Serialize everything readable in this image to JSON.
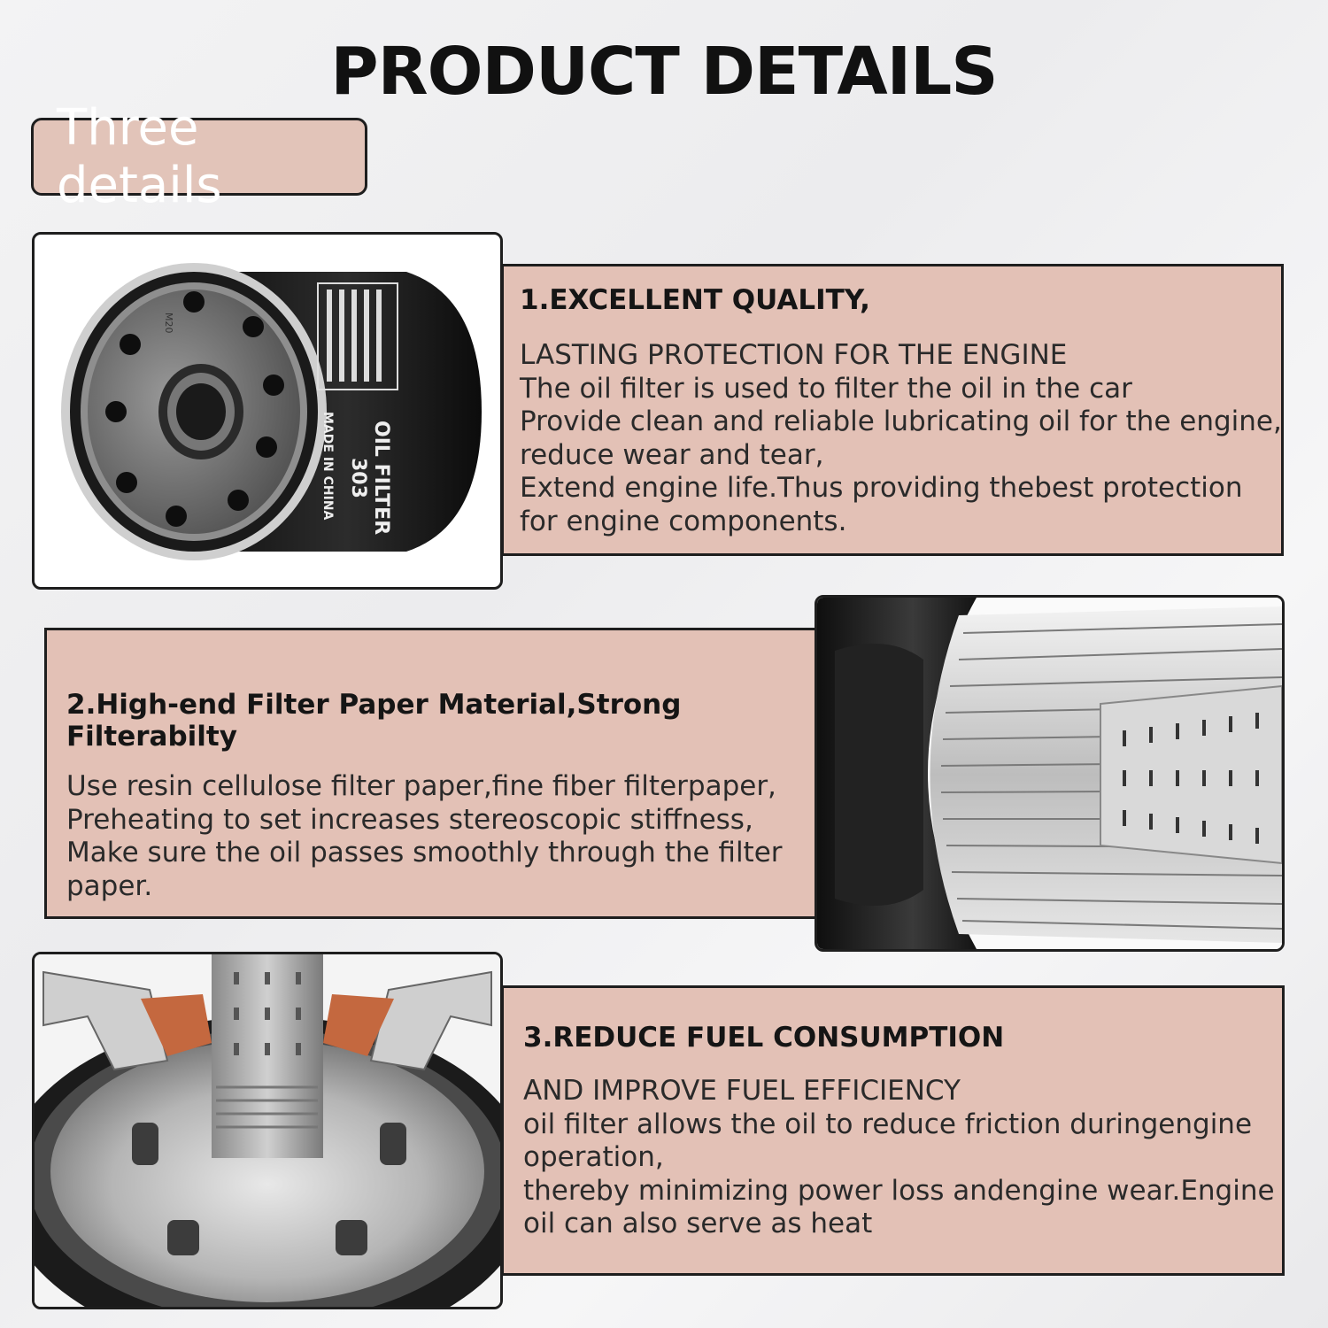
{
  "header": {
    "title": "PRODUCT DETAILS",
    "tag": "Three details"
  },
  "sections": [
    {
      "heading": "1.EXCELLENT QUALITY,",
      "lines": [
        "LASTING PROTECTION FOR THE ENGINE",
        "The oil filter is used to filter the oil in the car",
        "Provide clean and reliable lubricating oil for the engine,",
        "reduce wear and tear,",
        "Extend engine life.Thus providing thebest protection",
        "for engine components."
      ]
    },
    {
      "heading": "2.High-end Filter Paper Material,Strong Filterabilty",
      "lines": [
        "Use resin cellulose filter paper,fine fiber filterpaper,",
        "Preheating to set increases stereoscopic stiffness,",
        "Make sure the oil passes smoothly through the filter",
        "paper."
      ]
    },
    {
      "heading": "3.REDUCE FUEL CONSUMPTION",
      "lines": [
        "AND IMPROVE FUEL EFFICIENCY",
        "oil filter allows the oil to reduce friction duringengine",
        "operation,",
        "thereby minimizing power loss andengine wear.Engine",
        "oil can also serve as heat"
      ]
    }
  ],
  "product_label": {
    "name": "OIL FILTER",
    "number": "303",
    "origin": "MADE IN CHINA",
    "thread": "M20"
  },
  "colors": {
    "panel": "#e3c1b6",
    "tag": "#e2c4b9",
    "border": "#1e1e1e",
    "gasket": "#c4683f"
  }
}
